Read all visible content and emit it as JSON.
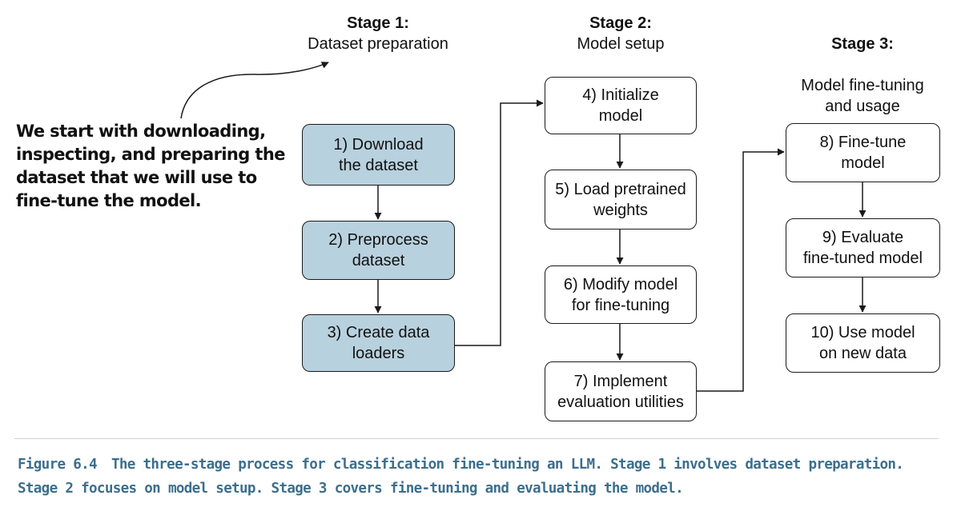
{
  "stages": [
    {
      "title": "Stage 1:",
      "subtitle": "Dataset preparation"
    },
    {
      "title": "Stage 2:",
      "subtitle": "Model setup"
    },
    {
      "title": "Stage 3:",
      "subtitle": "Model fine-tuning\nand usage"
    }
  ],
  "steps": [
    {
      "label": "1) Download\nthe dataset",
      "stage": 1
    },
    {
      "label": "2) Preprocess\ndataset",
      "stage": 1
    },
    {
      "label": "3) Create data\nloaders",
      "stage": 1
    },
    {
      "label": "4) Initialize\nmodel",
      "stage": 2
    },
    {
      "label": "5) Load pretrained\nweights",
      "stage": 2
    },
    {
      "label": "6) Modify model\nfor fine-tuning",
      "stage": 2
    },
    {
      "label": "7) Implement\nevaluation utilities",
      "stage": 2
    },
    {
      "label": "8) Fine-tune\nmodel",
      "stage": 3
    },
    {
      "label": "9) Evaluate\nfine-tuned model",
      "stage": 3
    },
    {
      "label": "10) Use model\non new data",
      "stage": 3
    }
  ],
  "callout": "We start with downloading,\ninspecting, and preparing the\ndataset that we will use to\nfine-tune the model.",
  "caption": {
    "label": "Figure 6.4",
    "text": "The three-stage process for classification fine-tuning an LLM. Stage 1 involves dataset preparation. Stage 2 focuses on model setup. Stage 3 covers fine-tuning and evaluating the model."
  },
  "colors": {
    "stage1_fill": "#b8d1de",
    "caption": "#3d6e8c"
  }
}
